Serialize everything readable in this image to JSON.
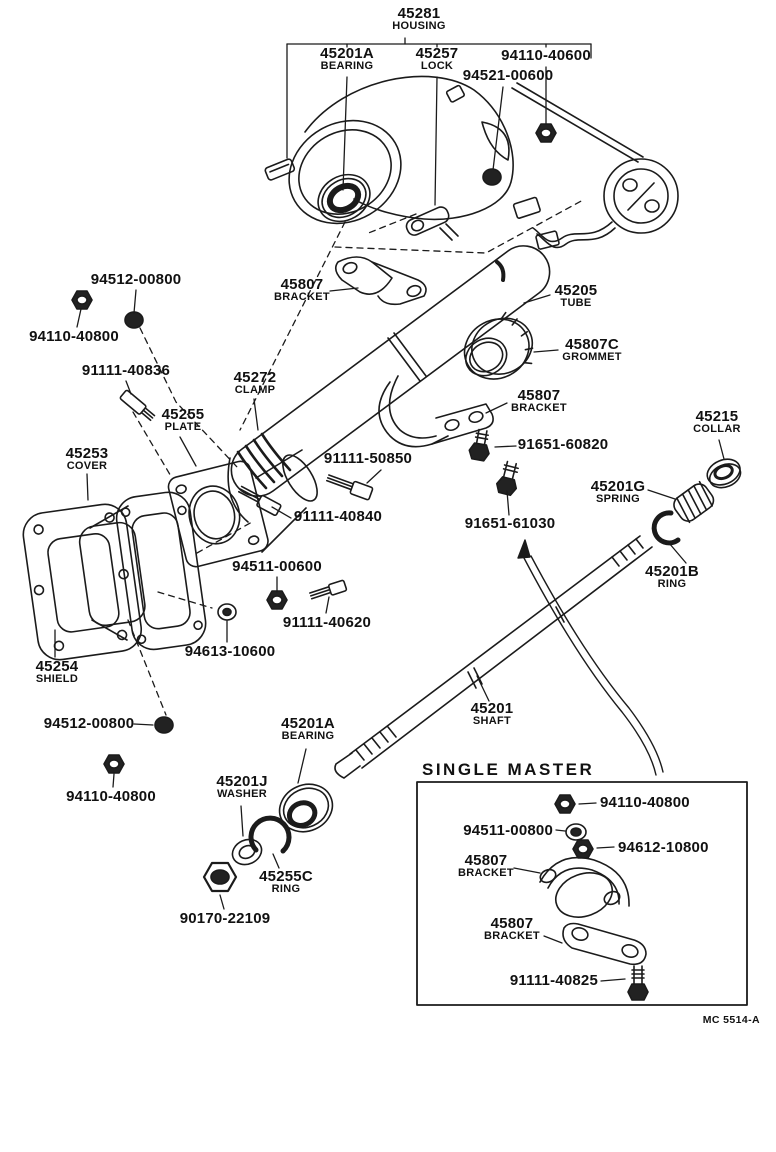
{
  "page": {
    "background": "#ffffff",
    "ink": "#111111"
  },
  "parts": {
    "housing": {
      "code": "45281",
      "name": "HOUSING"
    },
    "bearing_top": {
      "code": "45201A",
      "name": "BEARING"
    },
    "lock": {
      "code": "45257",
      "name": "LOCK"
    },
    "nut_small_top": {
      "code": "94110-40600"
    },
    "screw_top": {
      "code": "94521-00600"
    },
    "grommet_upper": {
      "code": "94512-00800"
    },
    "nut_upper": {
      "code": "94110-40800"
    },
    "bolt_40836": {
      "code": "91111-40836"
    },
    "plate": {
      "code": "45255",
      "name": "PLATE"
    },
    "clamp": {
      "code": "45272",
      "name": "CLAMP"
    },
    "bracket_top": {
      "code": "45807",
      "name": "BRACKET"
    },
    "tube": {
      "code": "45205",
      "name": "TUBE"
    },
    "grommet_c": {
      "code": "45807C",
      "name": "GROMMET"
    },
    "bracket_mid": {
      "code": "45807",
      "name": "BRACKET"
    },
    "bolt_50850": {
      "code": "91111-50850"
    },
    "bolt_40840": {
      "code": "91111-40840"
    },
    "cover": {
      "code": "45253",
      "name": "COVER"
    },
    "shield": {
      "code": "45254",
      "name": "SHIELD"
    },
    "nut_00600": {
      "code": "94511-00600"
    },
    "bolt_40620": {
      "code": "91111-40620"
    },
    "washer_10600": {
      "code": "94613-10600"
    },
    "bolt_60820": {
      "code": "91651-60820"
    },
    "bolt_61030": {
      "code": "91651-61030"
    },
    "collar": {
      "code": "45215",
      "name": "COLLAR"
    },
    "spring": {
      "code": "45201G",
      "name": "SPRING"
    },
    "ring_b": {
      "code": "45201B",
      "name": "RING"
    },
    "shaft": {
      "code": "45201",
      "name": "SHAFT"
    },
    "grommet_lower": {
      "code": "94512-00800"
    },
    "nut_lower": {
      "code": "94110-40800"
    },
    "bearing_lower": {
      "code": "45201A",
      "name": "BEARING"
    },
    "washer_j": {
      "code": "45201J",
      "name": "WASHER"
    },
    "ring_c": {
      "code": "45255C",
      "name": "RING"
    },
    "nut_22109": {
      "code": "90170-22109"
    }
  },
  "inset": {
    "title": "SINGLE MASTER",
    "parts": {
      "nut_40800": {
        "code": "94110-40800"
      },
      "washer_00800": {
        "code": "94511-00800"
      },
      "nut_10800": {
        "code": "94612-10800"
      },
      "bracket_upper": {
        "code": "45807",
        "name": "BRACKET"
      },
      "bracket_lower": {
        "code": "45807",
        "name": "BRACKET"
      },
      "bolt_40825": {
        "code": "91111-40825"
      }
    }
  },
  "footer": {
    "drawing_code": "MC 5514-A"
  }
}
